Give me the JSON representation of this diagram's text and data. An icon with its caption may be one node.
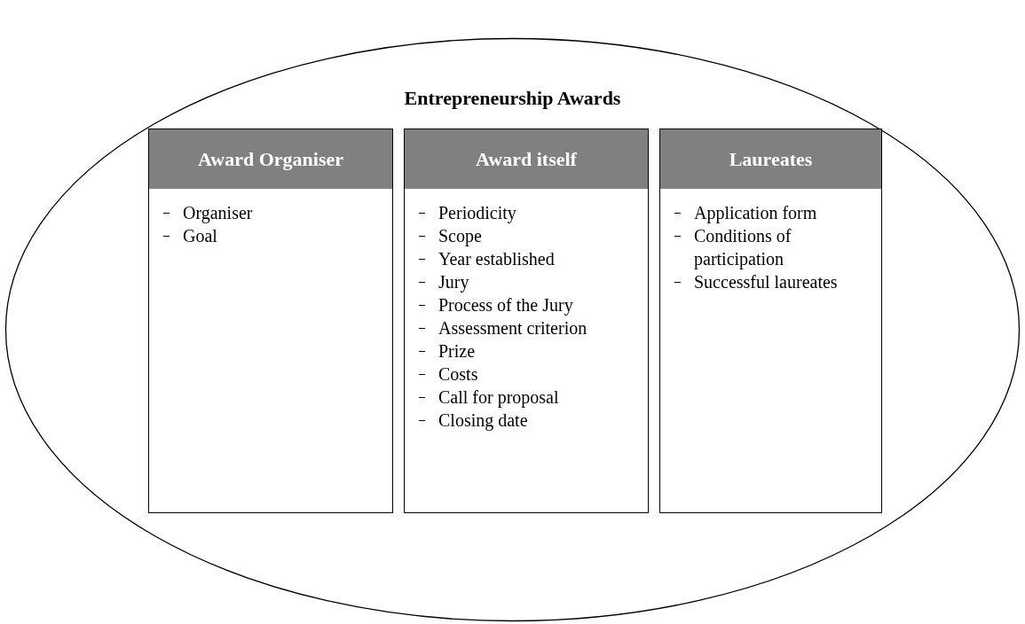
{
  "diagram": {
    "nodes": [
      {
        "text": [
          "Entrepreneurship Awards"
        ]
      },
      {
        "text": [
          "Award Organiser",
          "Organiser",
          "Goal"
        ],
        "in": 0
      },
      {
        "text": [
          "Award itself",
          "Periodicity",
          "Scope",
          "Year established",
          "Jury",
          "Process of the Jury",
          "Assessment criterion",
          "Prize",
          "Costs",
          "Call for proposal",
          "Closing date"
        ],
        "in": 0
      },
      {
        "text": [
          "Laureates",
          "Application form",
          "Conditions of participation",
          "Successful laureates"
        ],
        "in": 0
      }
    ]
  }
}
